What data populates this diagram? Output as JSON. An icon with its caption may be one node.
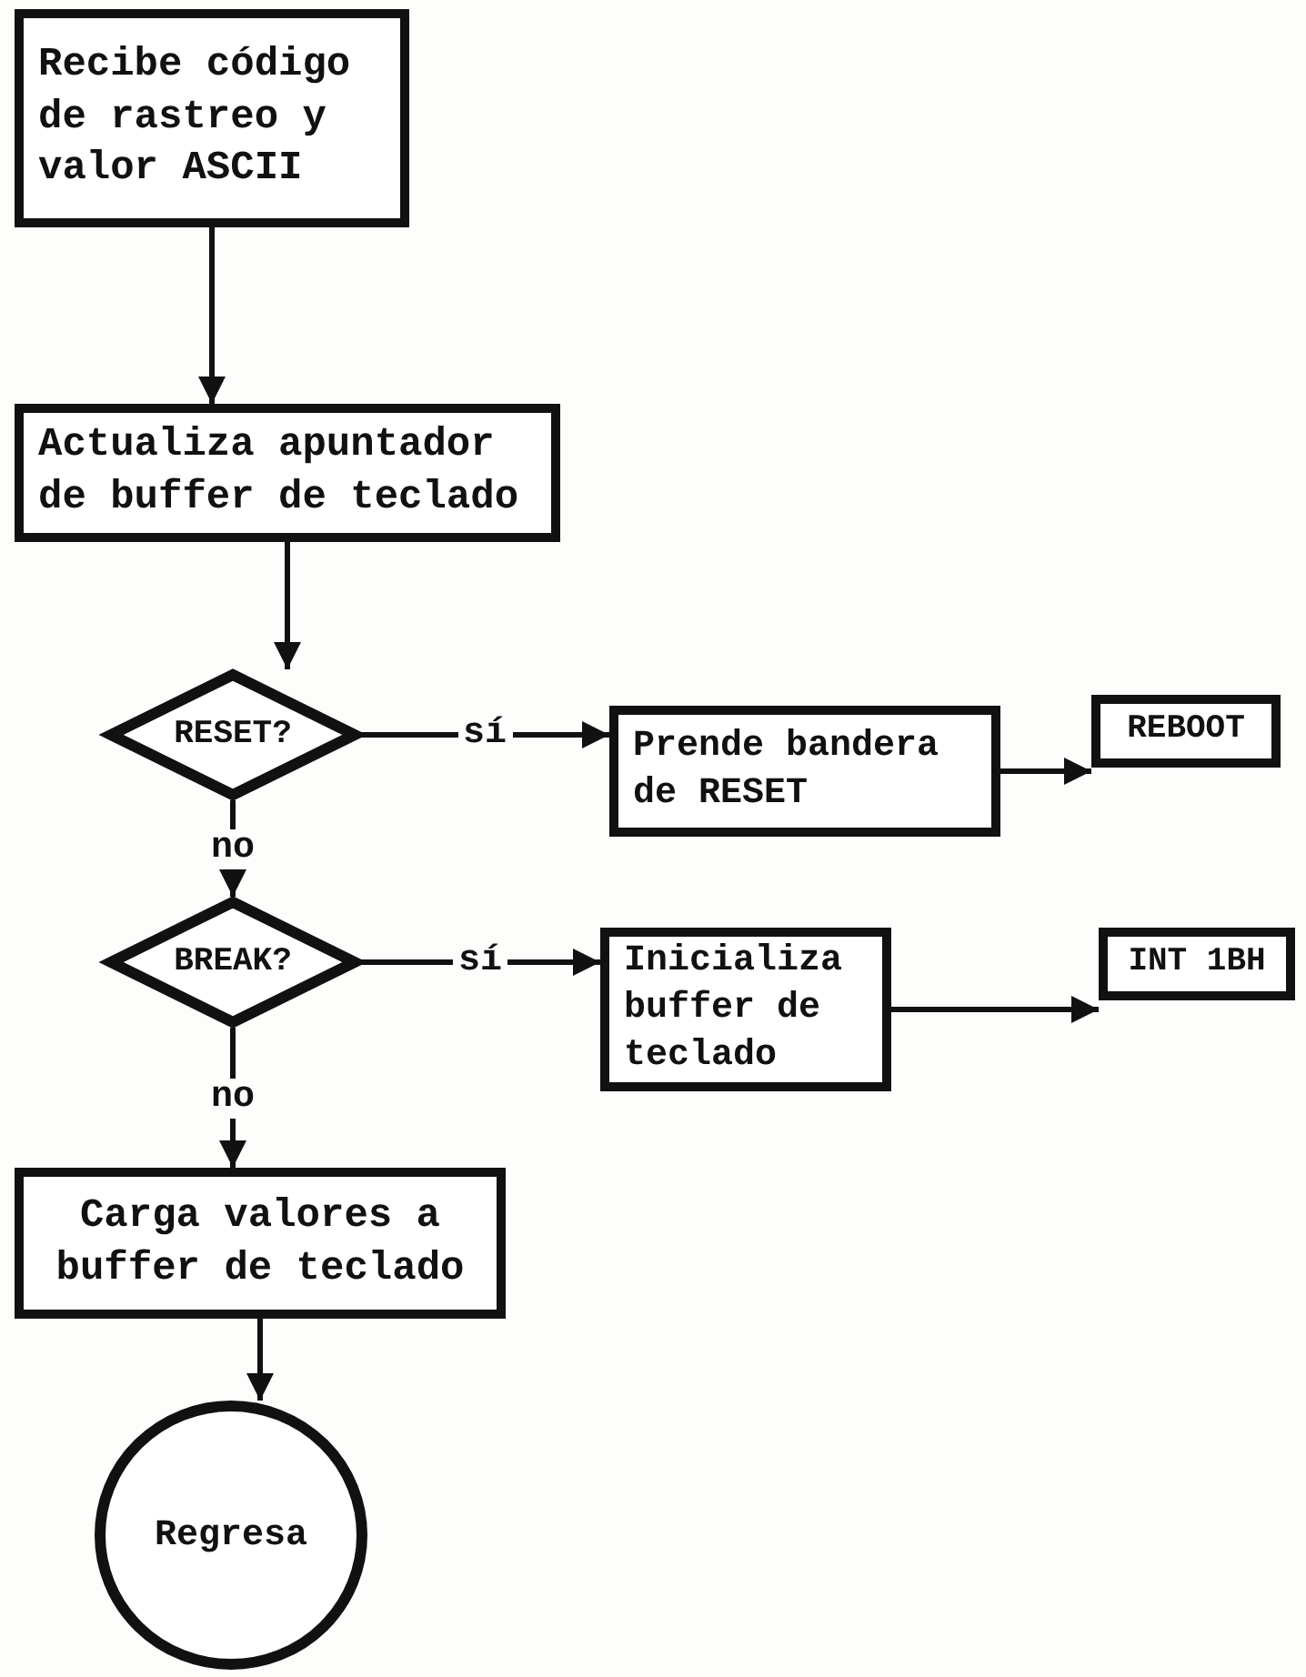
{
  "diagram": {
    "nodes": [
      {
        "text": [
          "Recibe código de rastreo y valor ASCII"
        ]
      },
      {
        "text": [
          "Actualiza apuntador de buffer de teclado"
        ]
      },
      {
        "text": [
          "RESET?"
        ]
      },
      {
        "text": [
          "Prende bandera de RESET"
        ]
      },
      {
        "text": [
          "REBOOT"
        ]
      },
      {
        "text": [
          "BREAK?"
        ]
      },
      {
        "text": [
          "Inicializa buffer de teclado"
        ]
      },
      {
        "text": [
          "INT 1BH"
        ]
      },
      {
        "text": [
          "Carga valores a buffer de teclado"
        ]
      },
      {
        "text": [
          "Regresa"
        ]
      }
    ],
    "edges": [
      {
        "from": 0,
        "to": 1,
        "arrow": "to"
      },
      {
        "from": 1,
        "to": 2,
        "arrow": "to"
      },
      {
        "from": 2,
        "to": 3,
        "arrow": "to",
        "label": "sí"
      },
      {
        "from": 3,
        "to": 4,
        "arrow": "to"
      },
      {
        "from": 2,
        "to": 5,
        "arrow": "to",
        "label": "no"
      },
      {
        "from": 5,
        "to": 6,
        "arrow": "to",
        "label": "sí"
      },
      {
        "from": 6,
        "to": 7,
        "arrow": "to"
      },
      {
        "from": 5,
        "to": 8,
        "arrow": "to",
        "label": "no"
      },
      {
        "from": 8,
        "to": 9,
        "arrow": "to"
      }
    ]
  }
}
